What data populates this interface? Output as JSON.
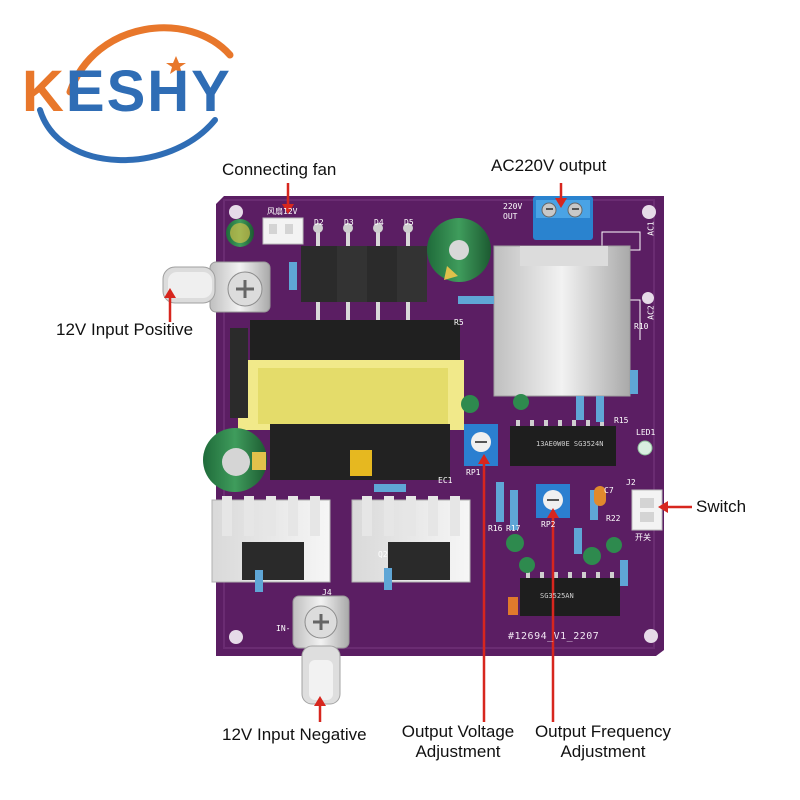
{
  "logo": {
    "text_k": "K",
    "text_rest": "ESHY",
    "brand_orange": "#e8772b",
    "brand_blue": "#2f6db5"
  },
  "callouts": {
    "connecting_fan": "Connecting fan",
    "ac_output": "AC220V output",
    "input_positive": "12V Input Positive",
    "switch": "Switch",
    "input_negative": "12V Input Negative",
    "voltage_adj_line1": "Output Voltage",
    "voltage_adj_line2": "Adjustment",
    "frequency_adj_line1": "Output Frequency",
    "frequency_adj_line2": "Adjustment"
  },
  "board": {
    "id_text": "#12694_V1_2207",
    "pcb_color": "#5b1e63",
    "silkscreen": {
      "fan": "风扇12V",
      "out": "OUT",
      "out_220": "220V",
      "ac1": "AC1",
      "ac2": "AC2",
      "in_minus": "IN-",
      "d2": "D2",
      "d3": "D3",
      "d4": "D4",
      "d5": "D5",
      "r5": "R5",
      "r10": "R10",
      "r15": "R15",
      "led1": "LED1",
      "ec1": "EC1",
      "rp1": "RP1",
      "rp2": "RP2",
      "j2": "J2",
      "j4": "J4",
      "q2": "Q2",
      "r22": "R22",
      "c7": "C7",
      "r16": "R16",
      "r17": "R17",
      "switch_cn": "开关"
    },
    "ic1_marking": "13AE0W0E SG3524N",
    "ic2_marking": "SG3525AN"
  }
}
